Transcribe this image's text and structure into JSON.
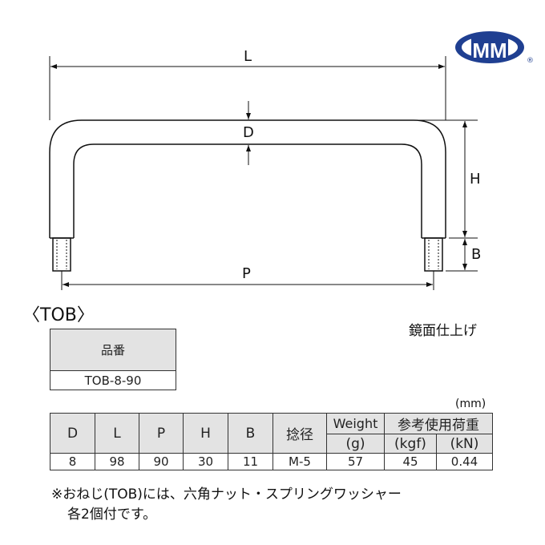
{
  "logo": {
    "text": "MM",
    "registered": "®",
    "color": "#1f3f91"
  },
  "drawing": {
    "labels": {
      "L": "L",
      "D": "D",
      "H": "H",
      "B": "B",
      "P": "P"
    }
  },
  "model_heading": "〈TOB〉",
  "finish": "鏡面仕上げ",
  "product_table": {
    "header": "品番",
    "value": "TOB-8-90"
  },
  "spec_table": {
    "unit": "(mm)",
    "headers": {
      "D": "D",
      "L": "L",
      "P": "P",
      "H": "H",
      "B": "B",
      "thread": "捻径",
      "weight": "Weight",
      "weight_unit": "(g)",
      "load": "参考使用荷重",
      "load_kgf": "(kgf)",
      "load_kn": "(kN)"
    },
    "row": {
      "D": "8",
      "L": "98",
      "P": "90",
      "H": "30",
      "B": "11",
      "thread": "M-5",
      "weight": "57",
      "kgf": "45",
      "kn": "0.44"
    }
  },
  "note": {
    "line1": "※おねじ(TOB)には、六角ナット・スプリングワッシャー",
    "line2": "各2個付です。"
  }
}
